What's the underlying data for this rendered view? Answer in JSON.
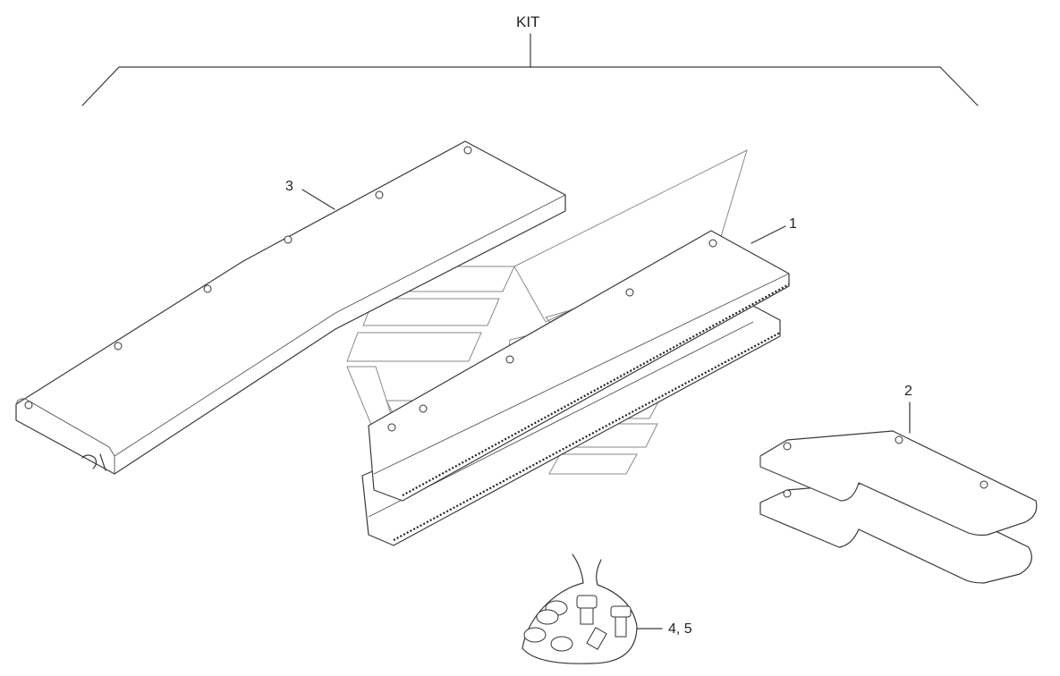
{
  "kit_label": "KIT",
  "callouts": {
    "part_1": "1",
    "part_2": "2",
    "part_3": "3",
    "part_4_5": "4, 5"
  },
  "colors": {
    "line": "#3a3a3a",
    "watermark": "#8a8a8a",
    "background": "#ffffff"
  }
}
